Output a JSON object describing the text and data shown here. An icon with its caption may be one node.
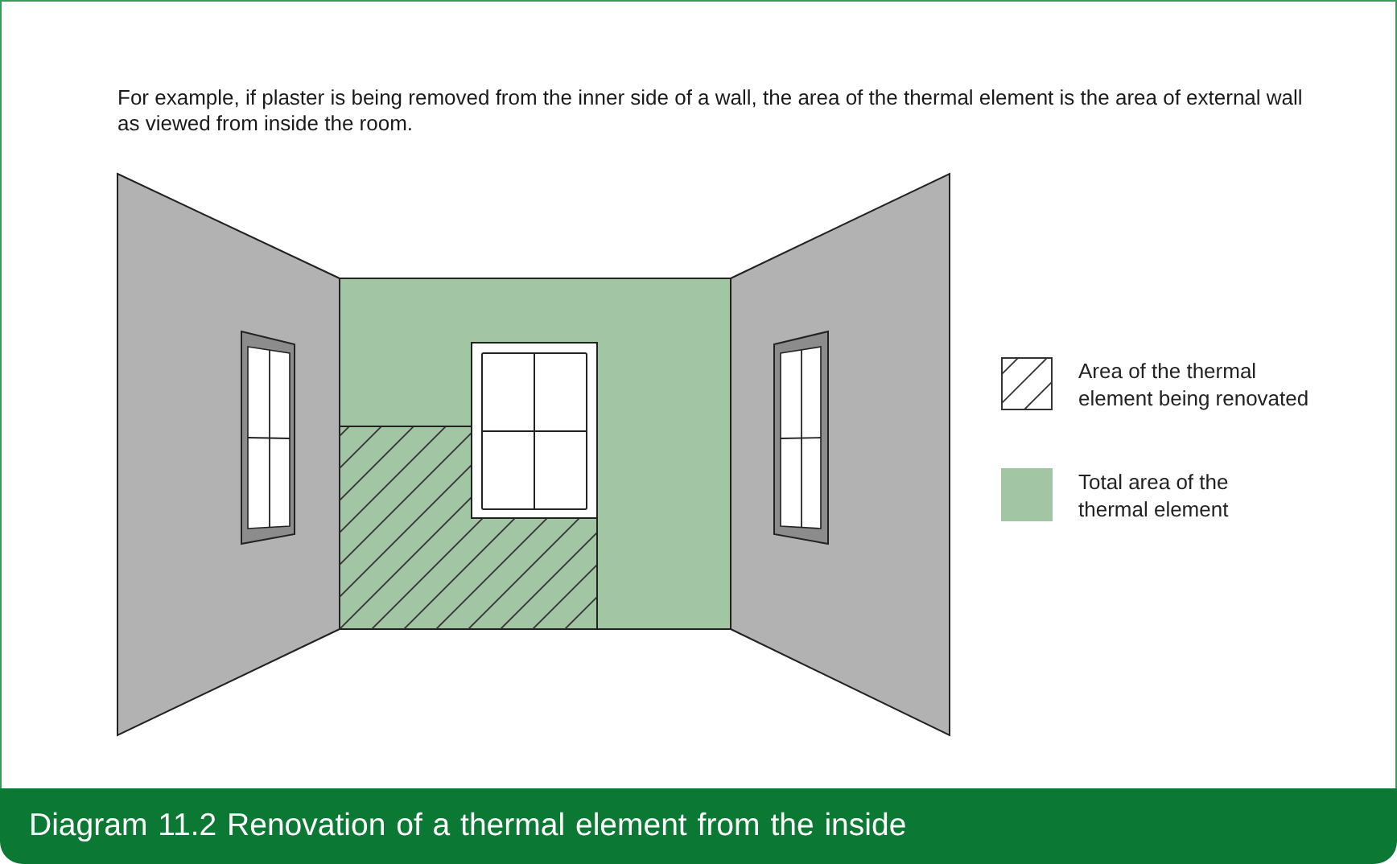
{
  "diagram": {
    "caption": "Diagram 11.2 Renovation of a thermal element from the inside",
    "labels": [
      "For example, if plaster is being removed from the inner side of a wall, the area of the thermal element is the area of external wall as viewed from inside the room."
    ],
    "legend": [
      {
        "text": "Area of the thermal element being renovated"
      },
      {
        "text": "Total area of the thermal element",
        "color": "#a2c5a3"
      }
    ]
  }
}
